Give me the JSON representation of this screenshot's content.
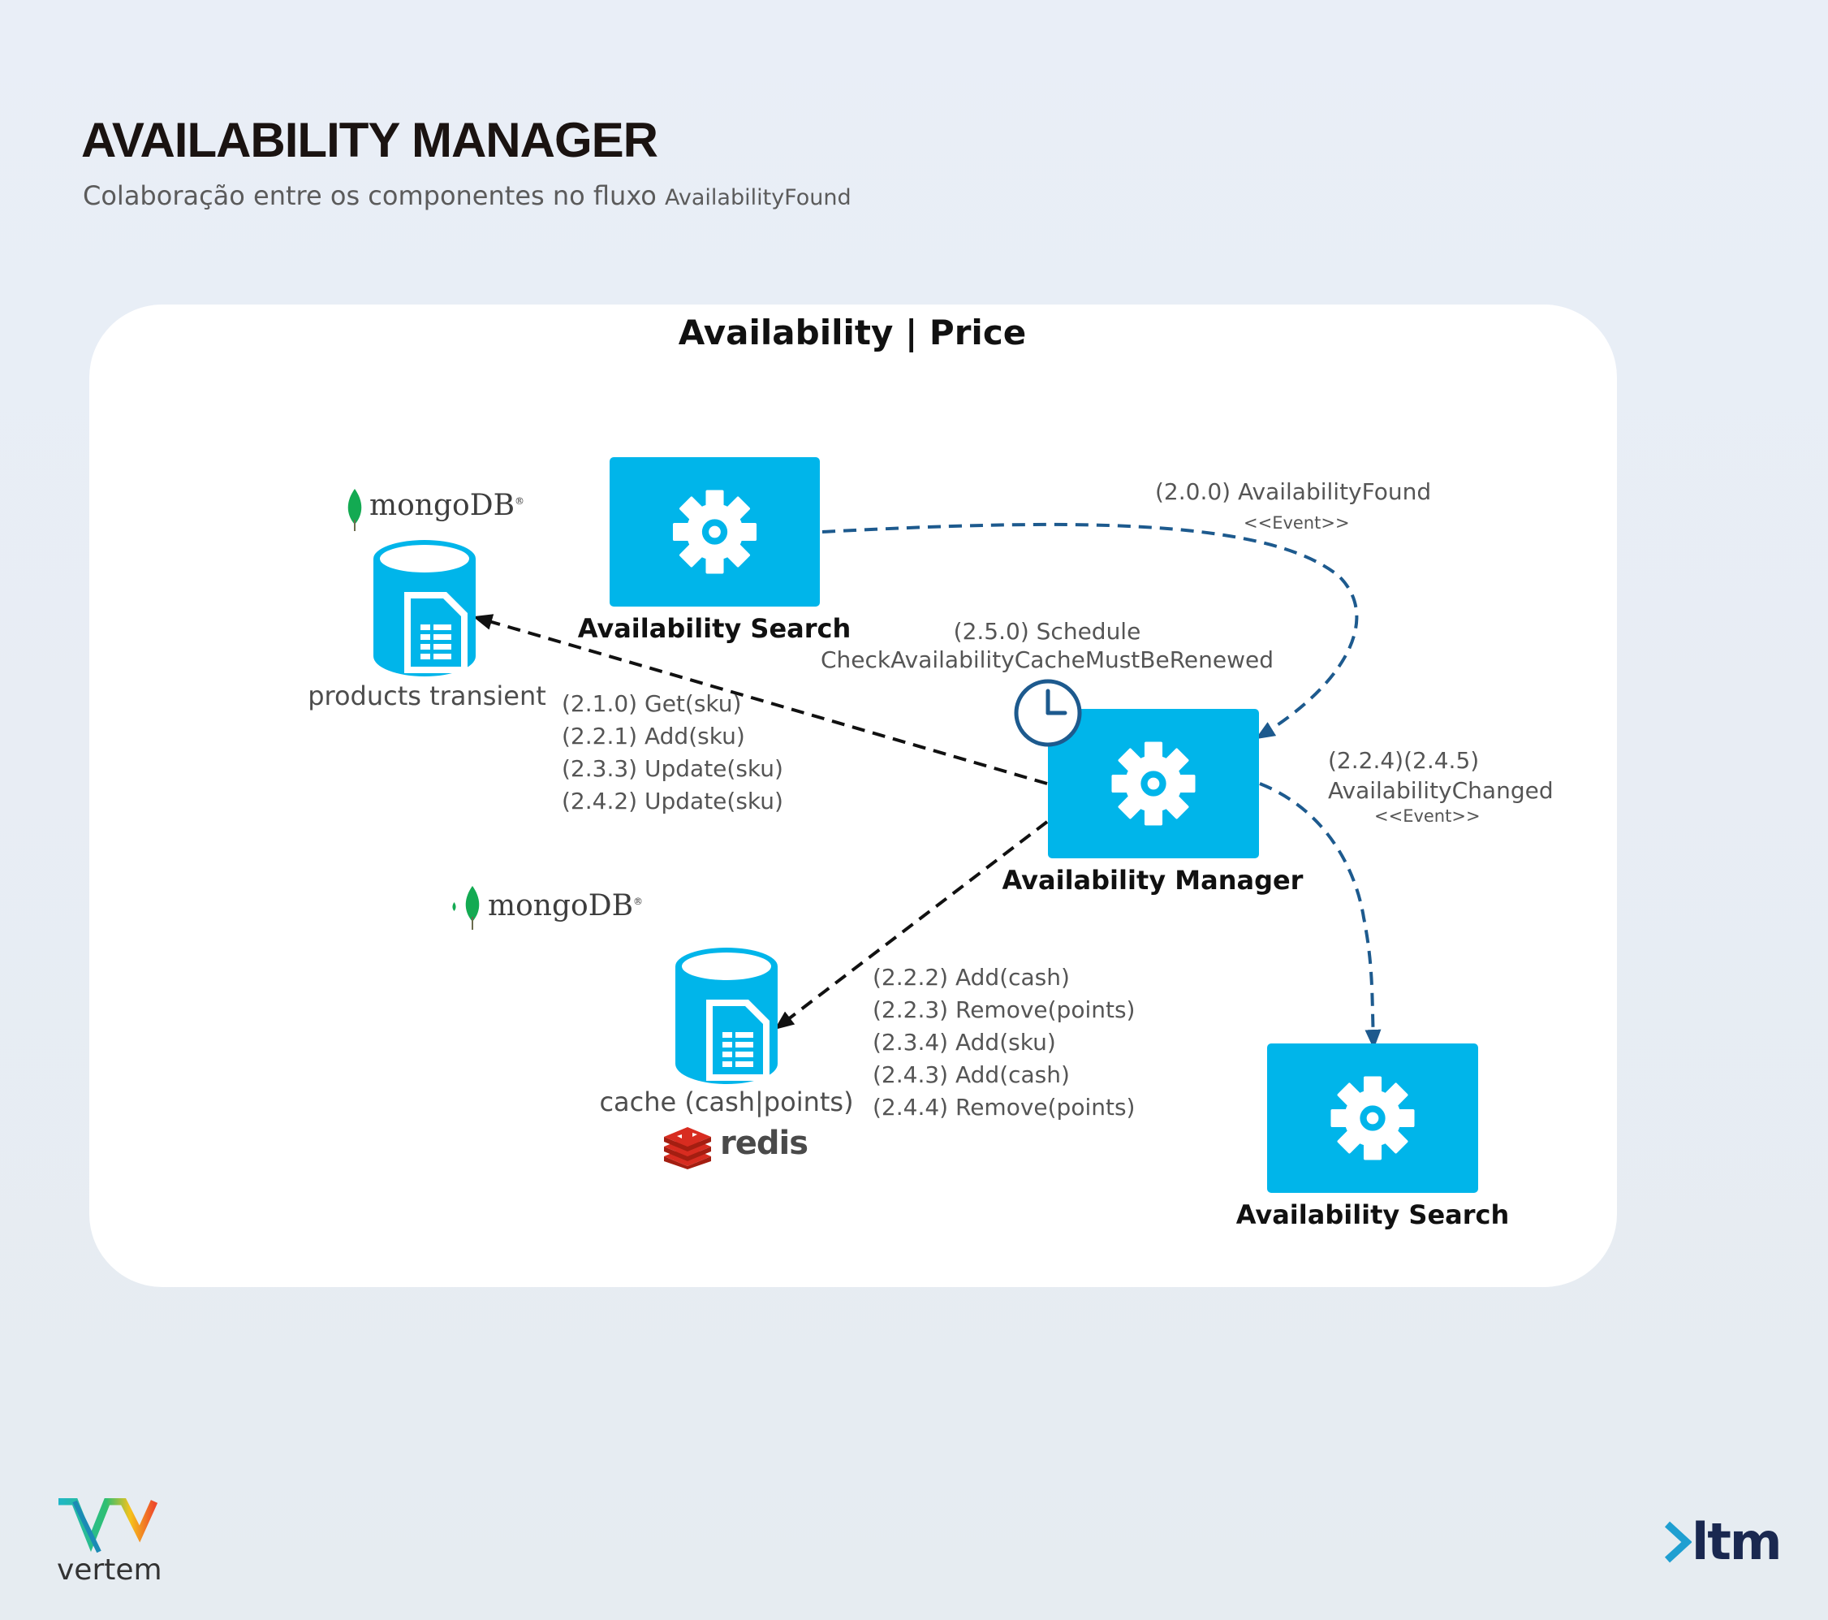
{
  "header": {
    "title": "AVAILABILITY MANAGER",
    "subtitle": "Colaboração entre os componentes no fluxo",
    "subtitle_flow": "AvailabilityFound"
  },
  "panel": {
    "title": "Availability | Price"
  },
  "components": {
    "search_top": "Availability Search",
    "manager": "Availability Manager",
    "search_bottom": "Availability Search"
  },
  "databases": {
    "products": {
      "label": "products transient",
      "brand": "mongoDB"
    },
    "cache": {
      "label": "cache (cash|points)",
      "brand": "mongoDB",
      "brand2": "redis"
    }
  },
  "flows": {
    "found": {
      "label": "(2.0.0)   AvailabilityFound",
      "stereotype": "<<Event>>"
    },
    "schedule": {
      "line1": "(2.5.0) Schedule",
      "line2": "CheckAvailabilityCacheMustBeRenewed"
    },
    "products_ops": [
      "(2.1.0) Get(sku)",
      "(2.2.1) Add(sku)",
      "(2.3.3) Update(sku)",
      "(2.4.2) Update(sku)"
    ],
    "changed": {
      "line1": "(2.2.4)(2.4.5)",
      "line2": "AvailabilityChanged",
      "stereotype": "<<Event>>"
    },
    "cache_ops": [
      "(2.2.2) Add(cash)",
      "(2.2.3) Remove(points)",
      "(2.3.4) Add(sku)",
      "(2.4.3) Add(cash)",
      "(2.4.4) Remove(points)"
    ]
  },
  "logos": {
    "left": "vertem",
    "right": "ltm"
  },
  "colors": {
    "component": "#00b5ea",
    "db": "#00b5ea",
    "event_arrow": "#1d5a8e",
    "call_arrow": "#111111",
    "mongo_leaf": "#13aa52",
    "redis": "#d82c20"
  }
}
